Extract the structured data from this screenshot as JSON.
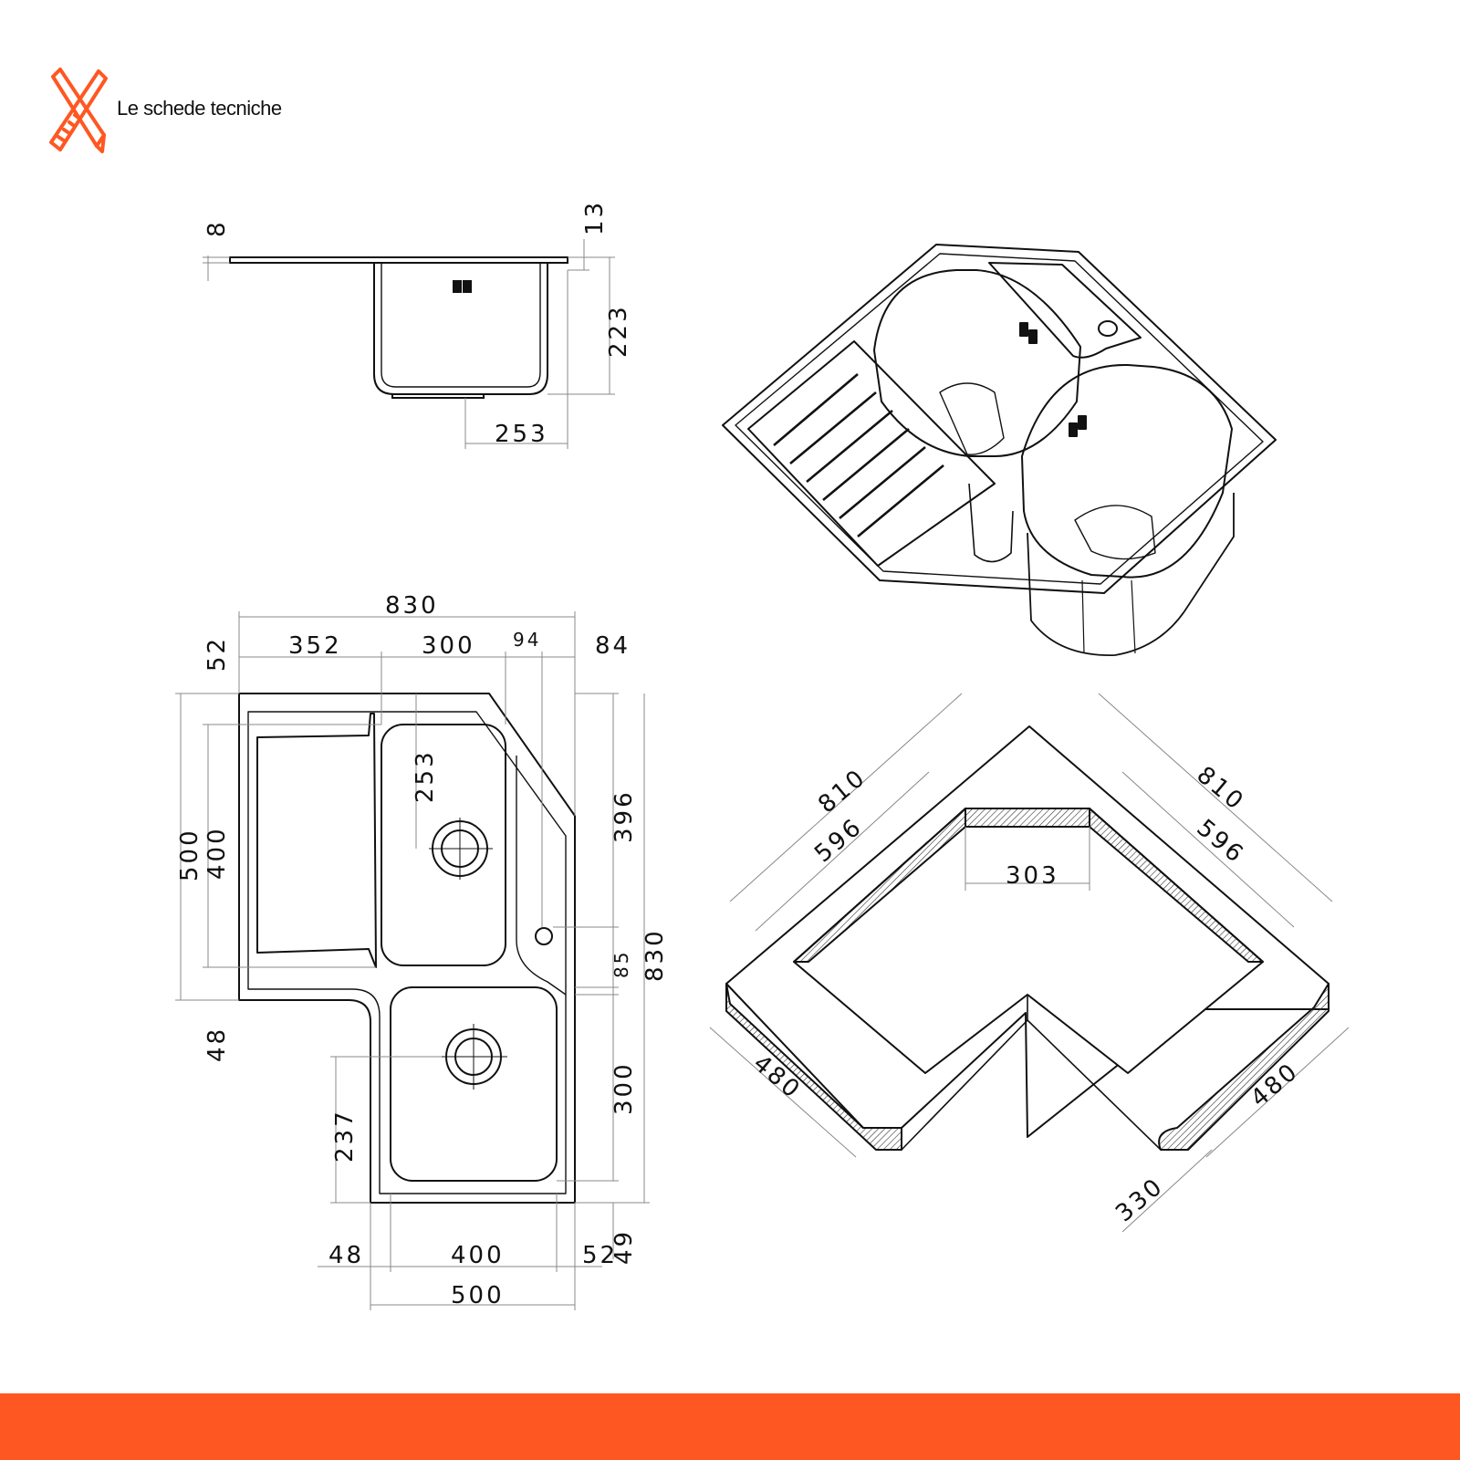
{
  "header": {
    "brand": "Le schede tecniche"
  },
  "colors": {
    "accent": "#ff5722",
    "line": "#111111",
    "dim_line": "#888888",
    "background": "#ffffff"
  },
  "icons": {
    "logo": "ruler-pencil-cross-icon"
  },
  "side_view": {
    "dims": [
      "8",
      "13",
      "223",
      "253"
    ]
  },
  "top_view": {
    "dims_top": [
      "830",
      "352",
      "300",
      "94",
      "84"
    ],
    "dims_left": [
      "52",
      "500",
      "400",
      "48",
      "237"
    ],
    "dims_inner": [
      "253"
    ],
    "dims_right": [
      "396",
      "85",
      "830",
      "300",
      "49"
    ],
    "dims_bottom": [
      "48",
      "400",
      "52",
      "500"
    ]
  },
  "cutout_view": {
    "dims": [
      "810",
      "810",
      "596",
      "596",
      "303",
      "480",
      "480",
      "330"
    ]
  }
}
